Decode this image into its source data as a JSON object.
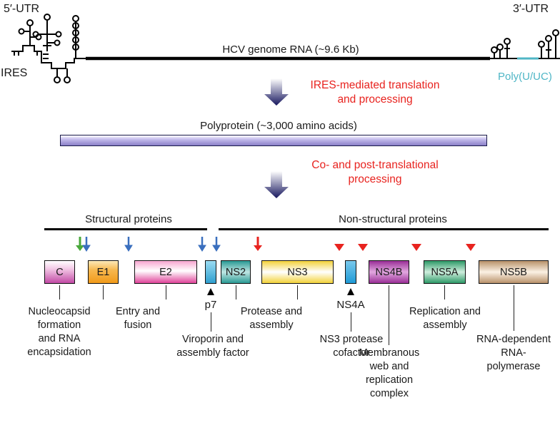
{
  "utr5": "5′-UTR",
  "utr3": "3′-UTR",
  "ires": "IRES",
  "genome_label": "HCV genome RNA (~9.6 Kb)",
  "polyu": "Poly(U/UC)",
  "step1": [
    "IRES-mediated translation",
    "and processing"
  ],
  "polyprotein_label": "Polyprotein (~3,000 amino acids)",
  "step2": [
    "Co- and post-translational",
    "processing"
  ],
  "structural_label": "Structural proteins",
  "nonstructural_label": "Non-structural proteins",
  "proteins": {
    "c": "C",
    "e1": "E1",
    "e2": "E2",
    "p7": "p7",
    "ns2": "NS2",
    "ns3": "NS3",
    "ns4a": "NS4A",
    "ns4b": "NS4B",
    "ns5a": "NS5A",
    "ns5b": "NS5B"
  },
  "functions": {
    "c": [
      "Nucleocapsid",
      "formation",
      "and RNA",
      "encapsidation"
    ],
    "e": [
      "Entry and",
      "fusion"
    ],
    "p7": [
      "Viroporin and",
      "assembly factor"
    ],
    "ns2": [
      "Protease and",
      "assembly"
    ],
    "ns4a": [
      "NS3 protease",
      "cofactor"
    ],
    "ns4b": [
      "Membranous",
      "web and",
      "replication",
      "complex"
    ],
    "ns5a": [
      "Replication and",
      "assembly"
    ],
    "ns5b": [
      "RNA-dependent",
      "RNA-",
      "polymerase"
    ]
  },
  "colors": {
    "red": "#e8231f",
    "blue": "#3a6fbe",
    "green": "#49a83b",
    "cyan": "#4fb6c6",
    "polyprotein": "#8a7fc8",
    "c": "#c24aa5",
    "e1": "#f19a1a",
    "e2": "#e0439a",
    "p7": "#2f9fcf",
    "ns2": "#2a9a94",
    "ns3": "#f3d23a",
    "ns4a": "#1f9ad6",
    "ns4b": "#9a2f97",
    "ns5a": "#2e9a68",
    "ns5b": "#b9926a"
  }
}
